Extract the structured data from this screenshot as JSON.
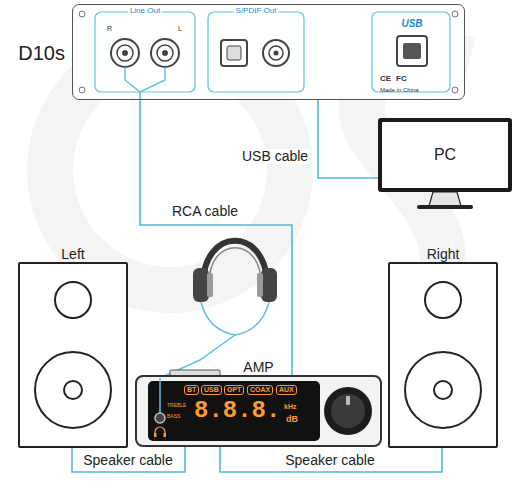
{
  "diagram": {
    "nodes": [
      {
        "text": [
          "D10s"
        ]
      },
      {
        "text": [
          "PC"
        ]
      },
      {
        "text": [
          "Left"
        ]
      },
      {
        "text": [
          "Right"
        ]
      },
      {
        "text": [
          "AMP"
        ]
      }
    ],
    "edges": [
      {
        "from": 0,
        "to": 1,
        "label": "USB cable",
        "arrow": "none"
      },
      {
        "from": 0,
        "to": 4,
        "label": "RCA cable",
        "arrow": "none"
      },
      {
        "from": 4,
        "to": 2,
        "label": "Speaker cable",
        "arrow": "none"
      },
      {
        "from": 4,
        "to": 3,
        "label": "Speaker cable",
        "arrow": "none"
      }
    ],
    "labels": [
      "Line Out",
      "R",
      "L",
      "S/PDIF Out",
      "USB",
      "CE",
      "FC",
      "Made in China",
      "BT",
      "USB",
      "OPT",
      "COAX",
      "AUX",
      "TREBLE",
      "BASS",
      "8.8.8.",
      "kHz",
      "dB"
    ]
  }
}
